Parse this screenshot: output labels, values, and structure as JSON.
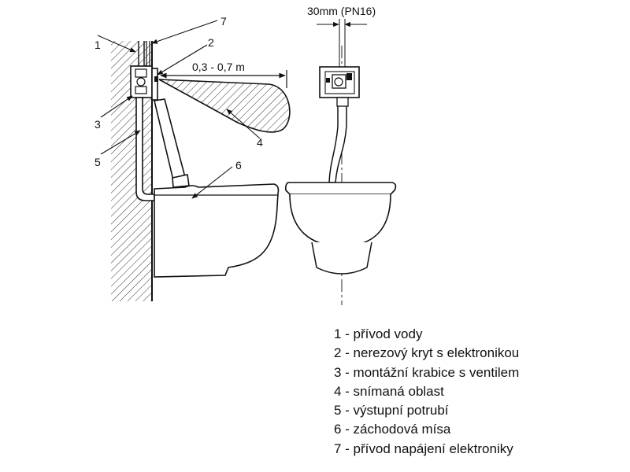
{
  "labels": {
    "n1": "1",
    "n2": "2",
    "n3": "3",
    "n4": "4",
    "n5": "5",
    "n6": "6",
    "n7": "7",
    "distance": "0,3 - 0,7 m",
    "pipe_spec": "30mm (PN16)"
  },
  "legend": [
    "1 - přívod vody",
    "2 - nerezový kryt s elektronikou",
    "3 - montážní krabice s ventilem",
    "4 - snímaná oblast",
    "5 - výstupní potrubí",
    "6 - záchodová mísa",
    "7 - přívod napájení elektroniky"
  ]
}
